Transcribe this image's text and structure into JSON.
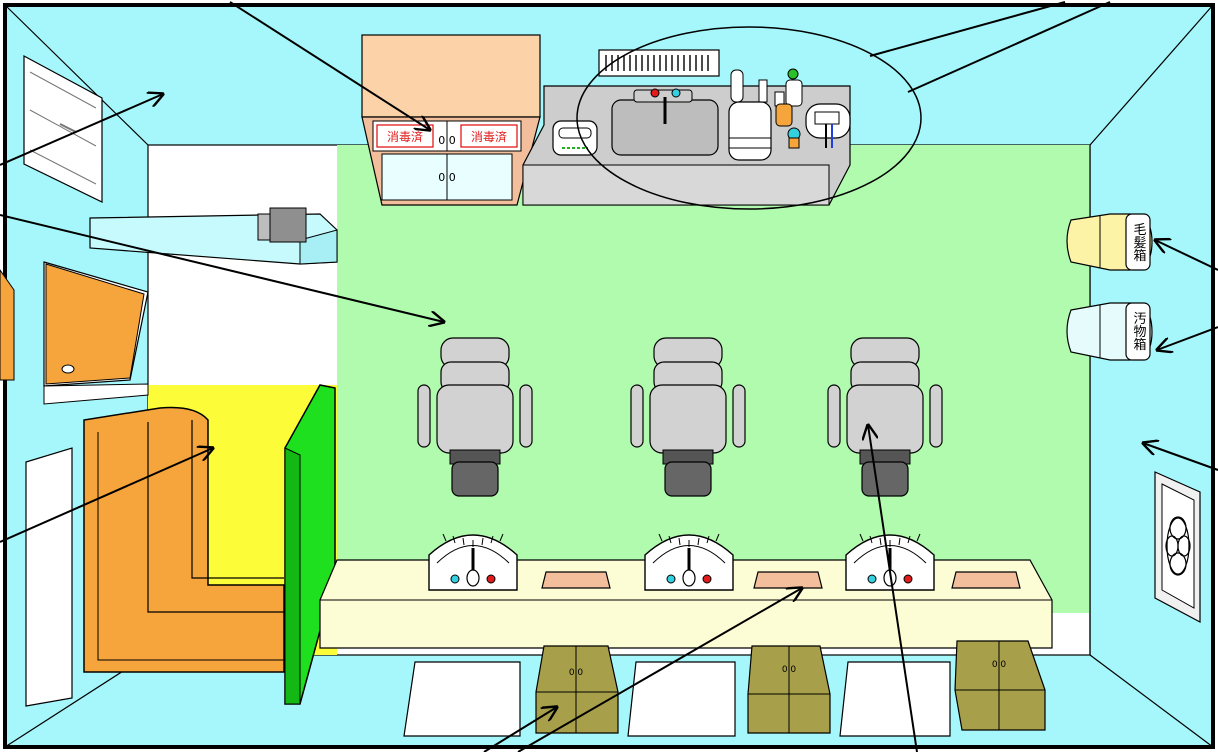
{
  "labels": {
    "disinfected": "消毒済",
    "hair_bin": "毛髪箱",
    "waste_bin": "汚物箱",
    "drawer_mark": "0 0"
  },
  "colors": {
    "wall": "#a6f7fb",
    "floor": "#b0fbad",
    "bench": "#f2be9b",
    "cabinet_top": "#fcd2a8",
    "counter": "#cdcdcd",
    "sofa": "#f6a53c",
    "yellow_floor": "#fcfc38",
    "partition": "#1fe01f",
    "shampoo_counter": "#fcfcd5",
    "storage_box": "#a89f4b",
    "label_red": "#e01b1b",
    "hair_bin": "#fdf3a6",
    "waste_bin": "#e6fbfb"
  },
  "icons": [
    "fan-icon",
    "faucet-icon",
    "chair-icon",
    "sink-icon",
    "bottle-icon",
    "arrow-icon"
  ]
}
